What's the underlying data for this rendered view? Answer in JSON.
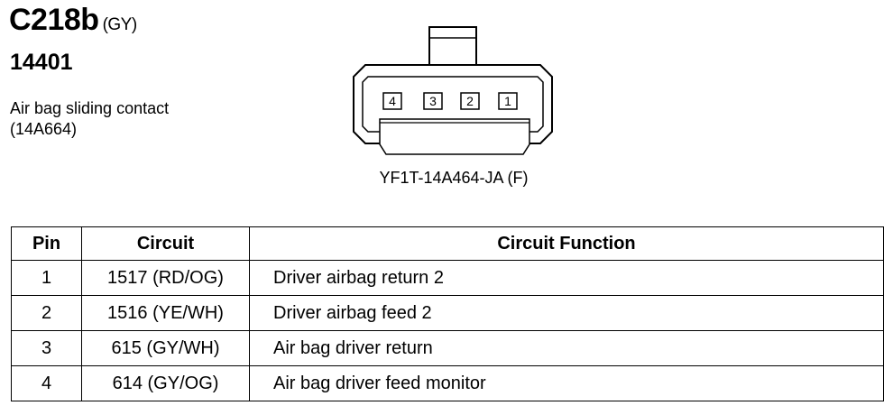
{
  "header": {
    "connector_id": "C218b",
    "connector_color": "(GY)",
    "part_number": "14401",
    "description_line1": "Air bag sliding contact",
    "description_line2": "(14A664)"
  },
  "diagram": {
    "pins": [
      "4",
      "3",
      "2",
      "1"
    ],
    "label": "YF1T-14A464-JA (F)"
  },
  "table": {
    "headers": {
      "pin": "Pin",
      "circuit": "Circuit",
      "function": "Circuit Function"
    },
    "rows": [
      {
        "pin": "1",
        "circuit": "1517 (RD/OG)",
        "function": "Driver airbag return 2"
      },
      {
        "pin": "2",
        "circuit": "1516 (YE/WH)",
        "function": "Driver airbag feed 2"
      },
      {
        "pin": "3",
        "circuit": "615 (GY/WH)",
        "function": "Air bag driver return"
      },
      {
        "pin": "4",
        "circuit": "614 (GY/OG)",
        "function": "Air bag driver feed monitor"
      }
    ]
  }
}
